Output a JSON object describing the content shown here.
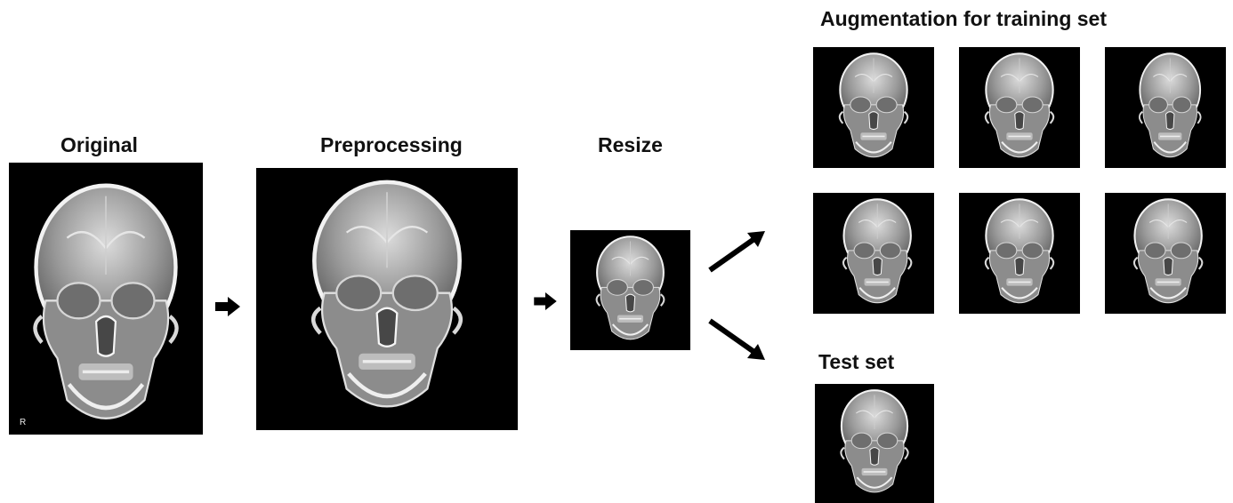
{
  "labels": {
    "original": "Original",
    "preprocessing": "Preprocessing",
    "resize": "Resize",
    "augmentation": "Augmentation for training set",
    "test": "Test set"
  },
  "original_marker": "R",
  "colors": {
    "background": "#ffffff",
    "image_background": "#000000",
    "arrow": "#000000",
    "text": "#111111"
  },
  "icons": [
    "skull-xray-image",
    "right-arrow-icon",
    "diagonal-arrow-icon"
  ]
}
